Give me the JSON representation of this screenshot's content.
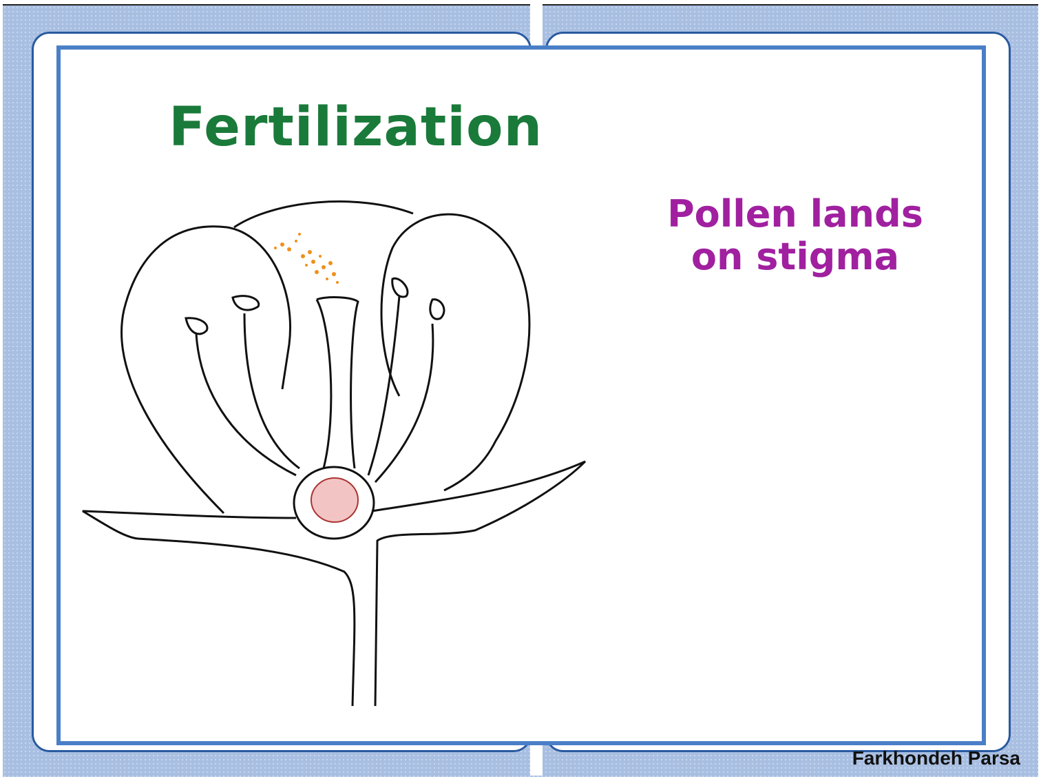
{
  "slide": {
    "title": "Fertilization",
    "caption_line1": "Pollen lands",
    "caption_line2": "on stigma",
    "author": "Farkhondeh Parsa"
  },
  "colors": {
    "title": "#1a7a3a",
    "caption": "#a020a0",
    "pollen": "#f0901a",
    "ovary": "#f3c4c4",
    "border": "#4a7fc8"
  }
}
